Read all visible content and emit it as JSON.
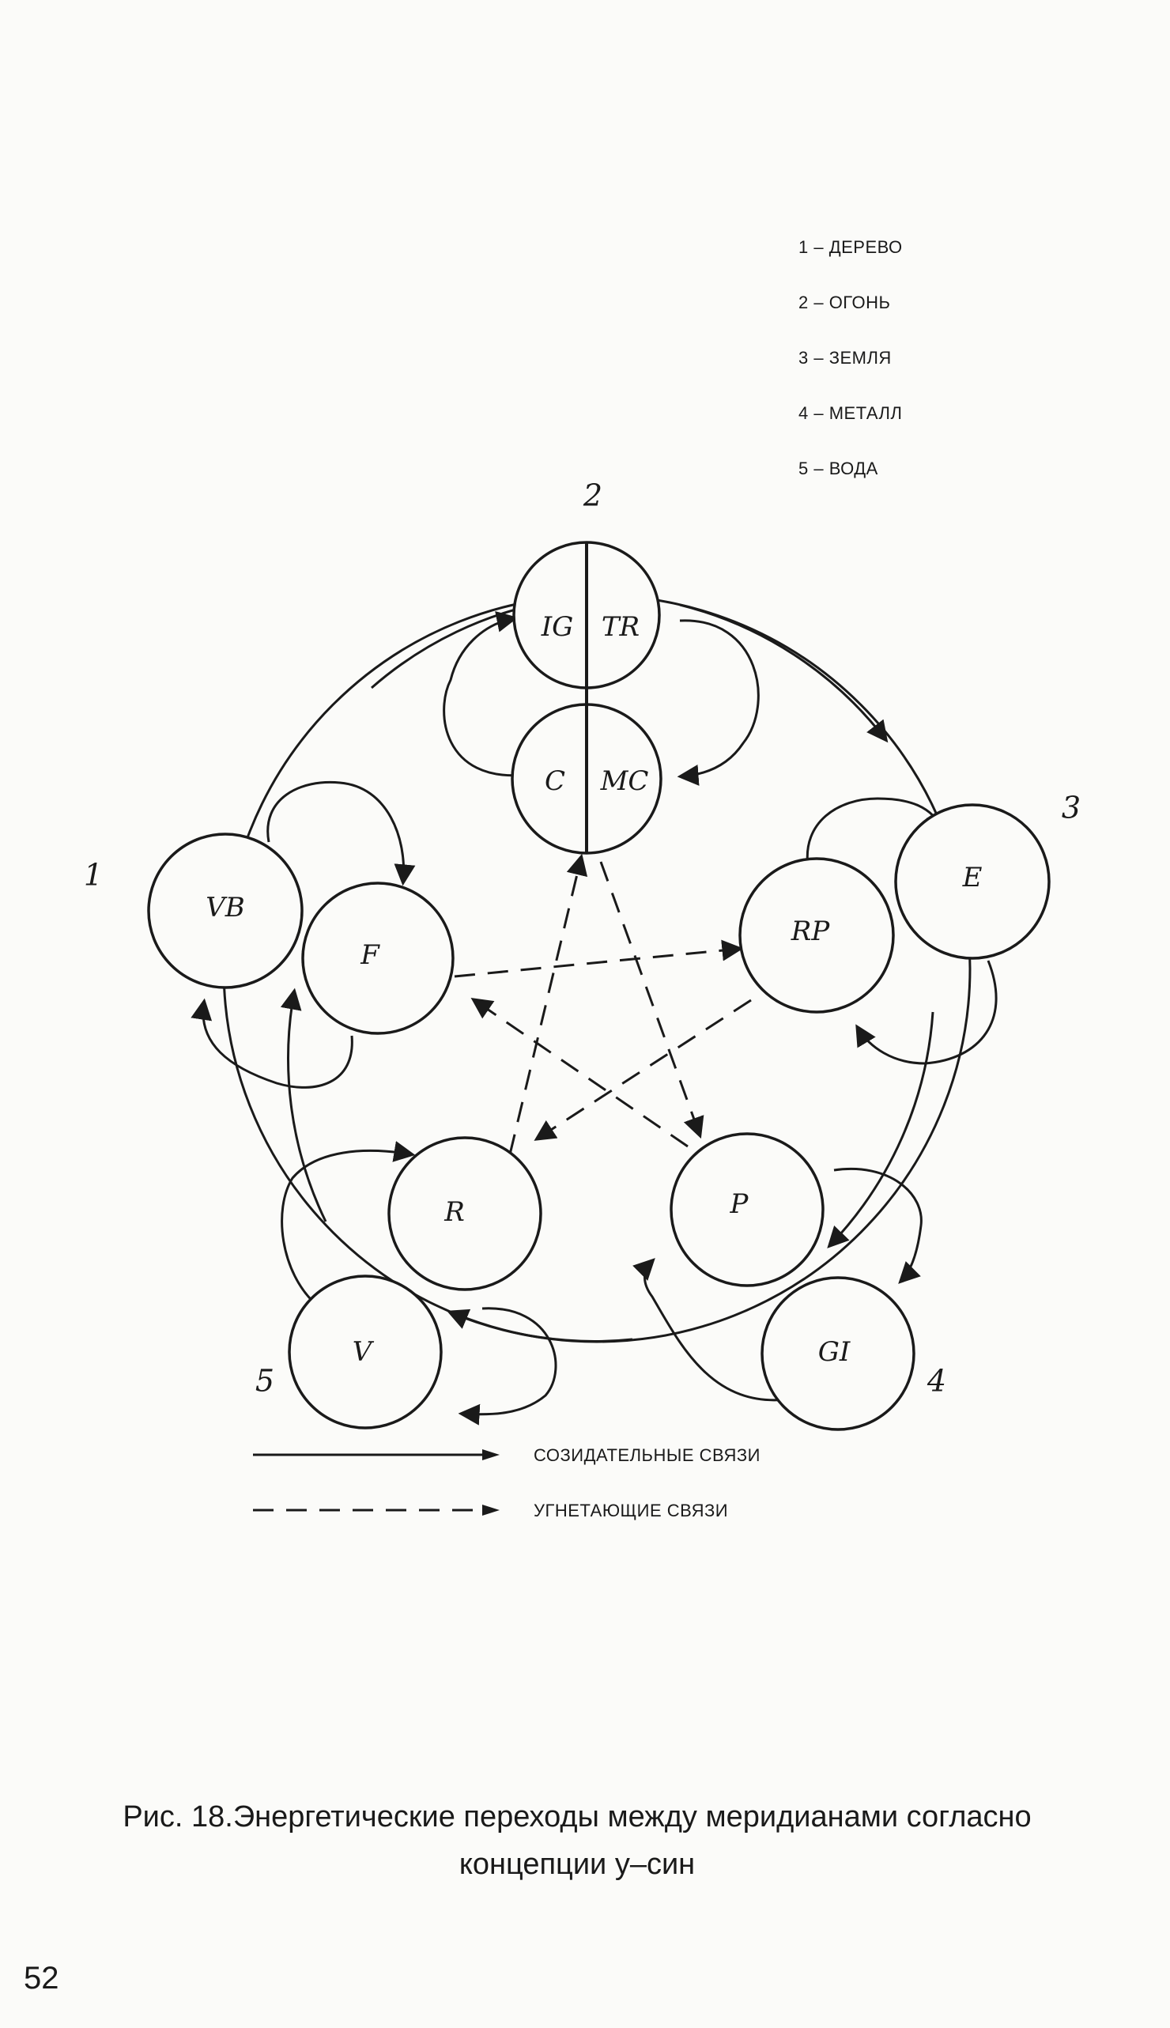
{
  "element_legend": [
    "1 – ДЕРЕВО",
    "2 – ОГОНЬ",
    "3 – ЗЕМЛЯ",
    "4 – МЕТАЛЛ",
    "5 – ВОДА"
  ],
  "group_numbers": {
    "fire": "2",
    "earth": "3",
    "wood": "1",
    "water": "5",
    "metal": "4"
  },
  "meridians": {
    "ig": "IG",
    "tr": "TR",
    "c": "C",
    "mc": "MC",
    "vb": "VB",
    "f": "F",
    "rp": "RP",
    "e": "E",
    "r": "R",
    "v": "V",
    "p": "P",
    "gi": "GI"
  },
  "line_legend": {
    "creative": "СОЗИДАТЕЛЬНЫЕ СВЯЗИ",
    "inhibitory": "УГНЕТАЮЩИЕ СВЯЗИ"
  },
  "caption": {
    "line1": "Рис. 18.Энергетические переходы между меридианами согласно",
    "line2": "концепции у–син"
  },
  "page_number": "52"
}
